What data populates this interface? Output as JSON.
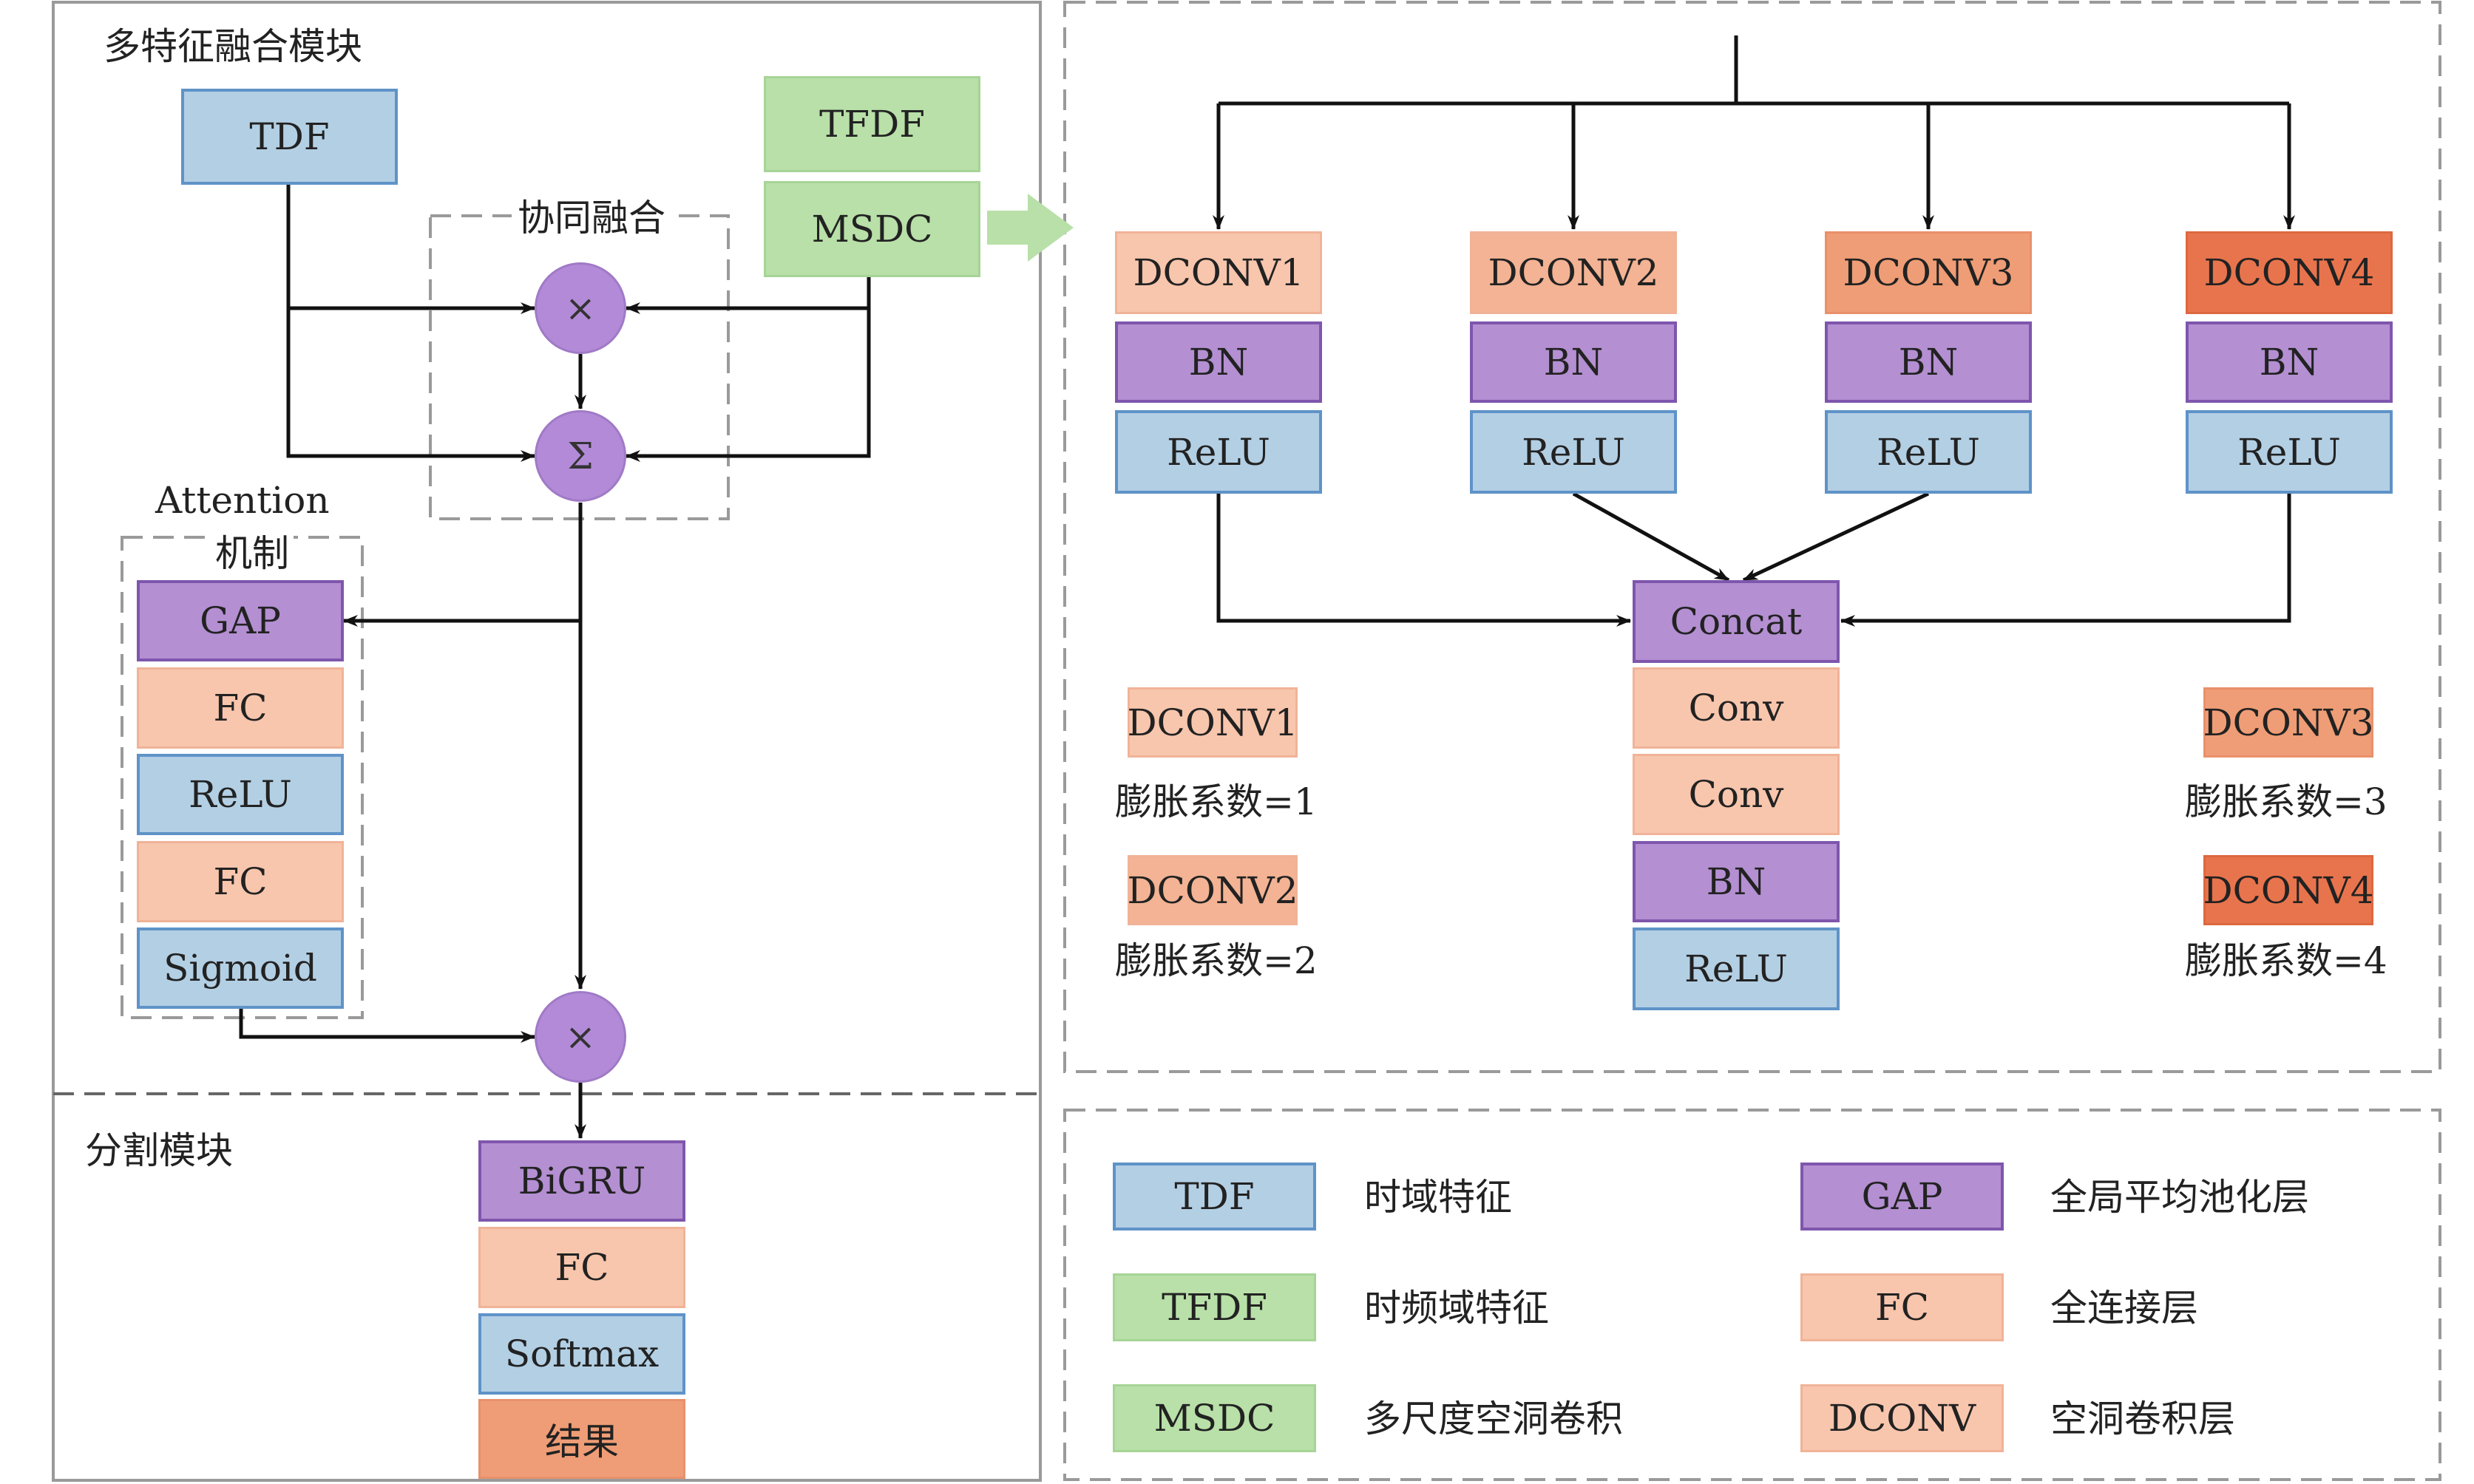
{
  "panels": {
    "fusion_module_title": "多特征融合模块",
    "segmentation_module_title": "分割模块",
    "collaborative_fusion_title": "协同融合",
    "attention_title_line1": "Attention",
    "attention_title_line2": "机制"
  },
  "inputs": {
    "tdf": "TDF",
    "tfdf": "TFDF",
    "msdc": "MSDC"
  },
  "operators": {
    "multiply": "×",
    "sum": "Σ",
    "multiply_final": "×"
  },
  "attention_blocks": [
    "GAP",
    "FC",
    "ReLU",
    "FC",
    "Sigmoid"
  ],
  "segmentation_blocks": [
    "BiGRU",
    "FC",
    "Softmax",
    "结果"
  ],
  "msdc_detail": {
    "branches": [
      {
        "dconv": "DCONV1",
        "bn": "BN",
        "relu": "ReLU"
      },
      {
        "dconv": "DCONV2",
        "bn": "BN",
        "relu": "ReLU"
      },
      {
        "dconv": "DCONV3",
        "bn": "BN",
        "relu": "ReLU"
      },
      {
        "dconv": "DCONV4",
        "bn": "BN",
        "relu": "ReLU"
      }
    ],
    "concat_stack": [
      "Concat",
      "Conv",
      "Conv",
      "BN",
      "ReLU"
    ],
    "dilation_notes": [
      {
        "tag": "DCONV1",
        "text": "膨胀系数=1"
      },
      {
        "tag": "DCONV2",
        "text": "膨胀系数=2"
      },
      {
        "tag": "DCONV3",
        "text": "膨胀系数=3"
      },
      {
        "tag": "DCONV4",
        "text": "膨胀系数=4"
      }
    ]
  },
  "legend": [
    {
      "tag": "TDF",
      "text": "时域特征"
    },
    {
      "tag": "TFDF",
      "text": "时频域特征"
    },
    {
      "tag": "MSDC",
      "text": "多尺度空洞卷积"
    },
    {
      "tag": "GAP",
      "text": "全局平均池化层"
    },
    {
      "tag": "FC",
      "text": "全连接层"
    },
    {
      "tag": "DCONV",
      "text": "空洞卷积层"
    }
  ],
  "colors": {
    "tdf_blue": "#b3cfe4",
    "tfdf_green": "#b8e0a8",
    "gap_purple": "#b48fd2",
    "fc_salmon": "#f8c6ad",
    "dconv3_orange": "#ef9d76",
    "dconv4_red": "#e8744d"
  }
}
